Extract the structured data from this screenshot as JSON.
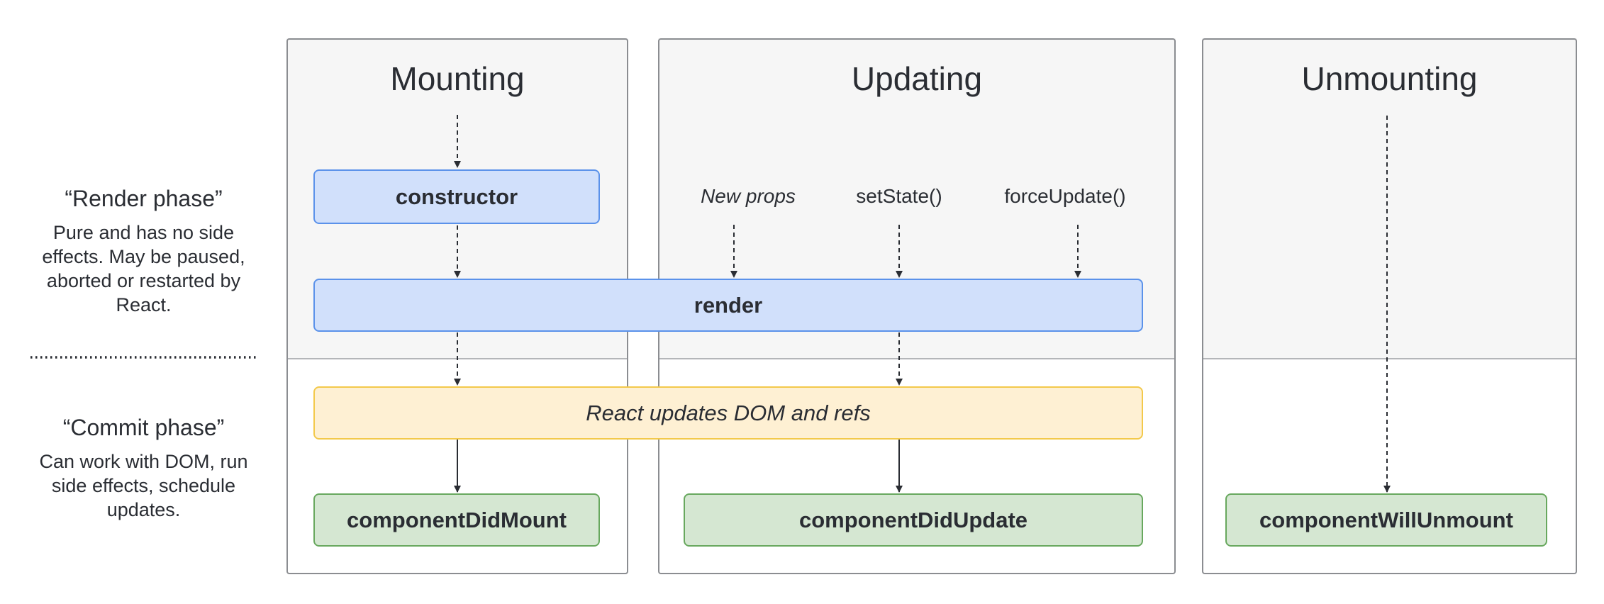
{
  "columns": [
    {
      "id": "mounting",
      "title": "Mounting"
    },
    {
      "id": "updating",
      "title": "Updating"
    },
    {
      "id": "unmounting",
      "title": "Unmounting"
    }
  ],
  "phases": {
    "render": {
      "title": "“Render phase”",
      "description": "Pure and has no side effects. May be paused, aborted or restarted by React."
    },
    "commit": {
      "title": "“Commit phase”",
      "description": "Can work with DOM, run side effects, schedule updates."
    }
  },
  "triggers": {
    "new_props": "New props",
    "set_state": "setState()",
    "force_update": "forceUpdate()"
  },
  "lifecycle": {
    "constructor": "constructor",
    "render": "render",
    "dom_update": "React updates DOM and refs",
    "did_mount": "componentDidMount",
    "did_update": "componentDidUpdate",
    "will_unmount": "componentWillUnmount"
  },
  "colors": {
    "panel_render_bg": "#f6f6f6",
    "panel_commit_bg": "#ffffff",
    "panel_border": "#8b8d91",
    "render_box_fill": "#d1e0fb",
    "render_box_stroke": "#5b92ea",
    "commit_box_fill": "#fef0d3",
    "commit_box_stroke": "#f3c94b",
    "method_box_fill": "#d5e7d2",
    "method_box_stroke": "#68a85e",
    "arrow": "#2a2d33"
  }
}
